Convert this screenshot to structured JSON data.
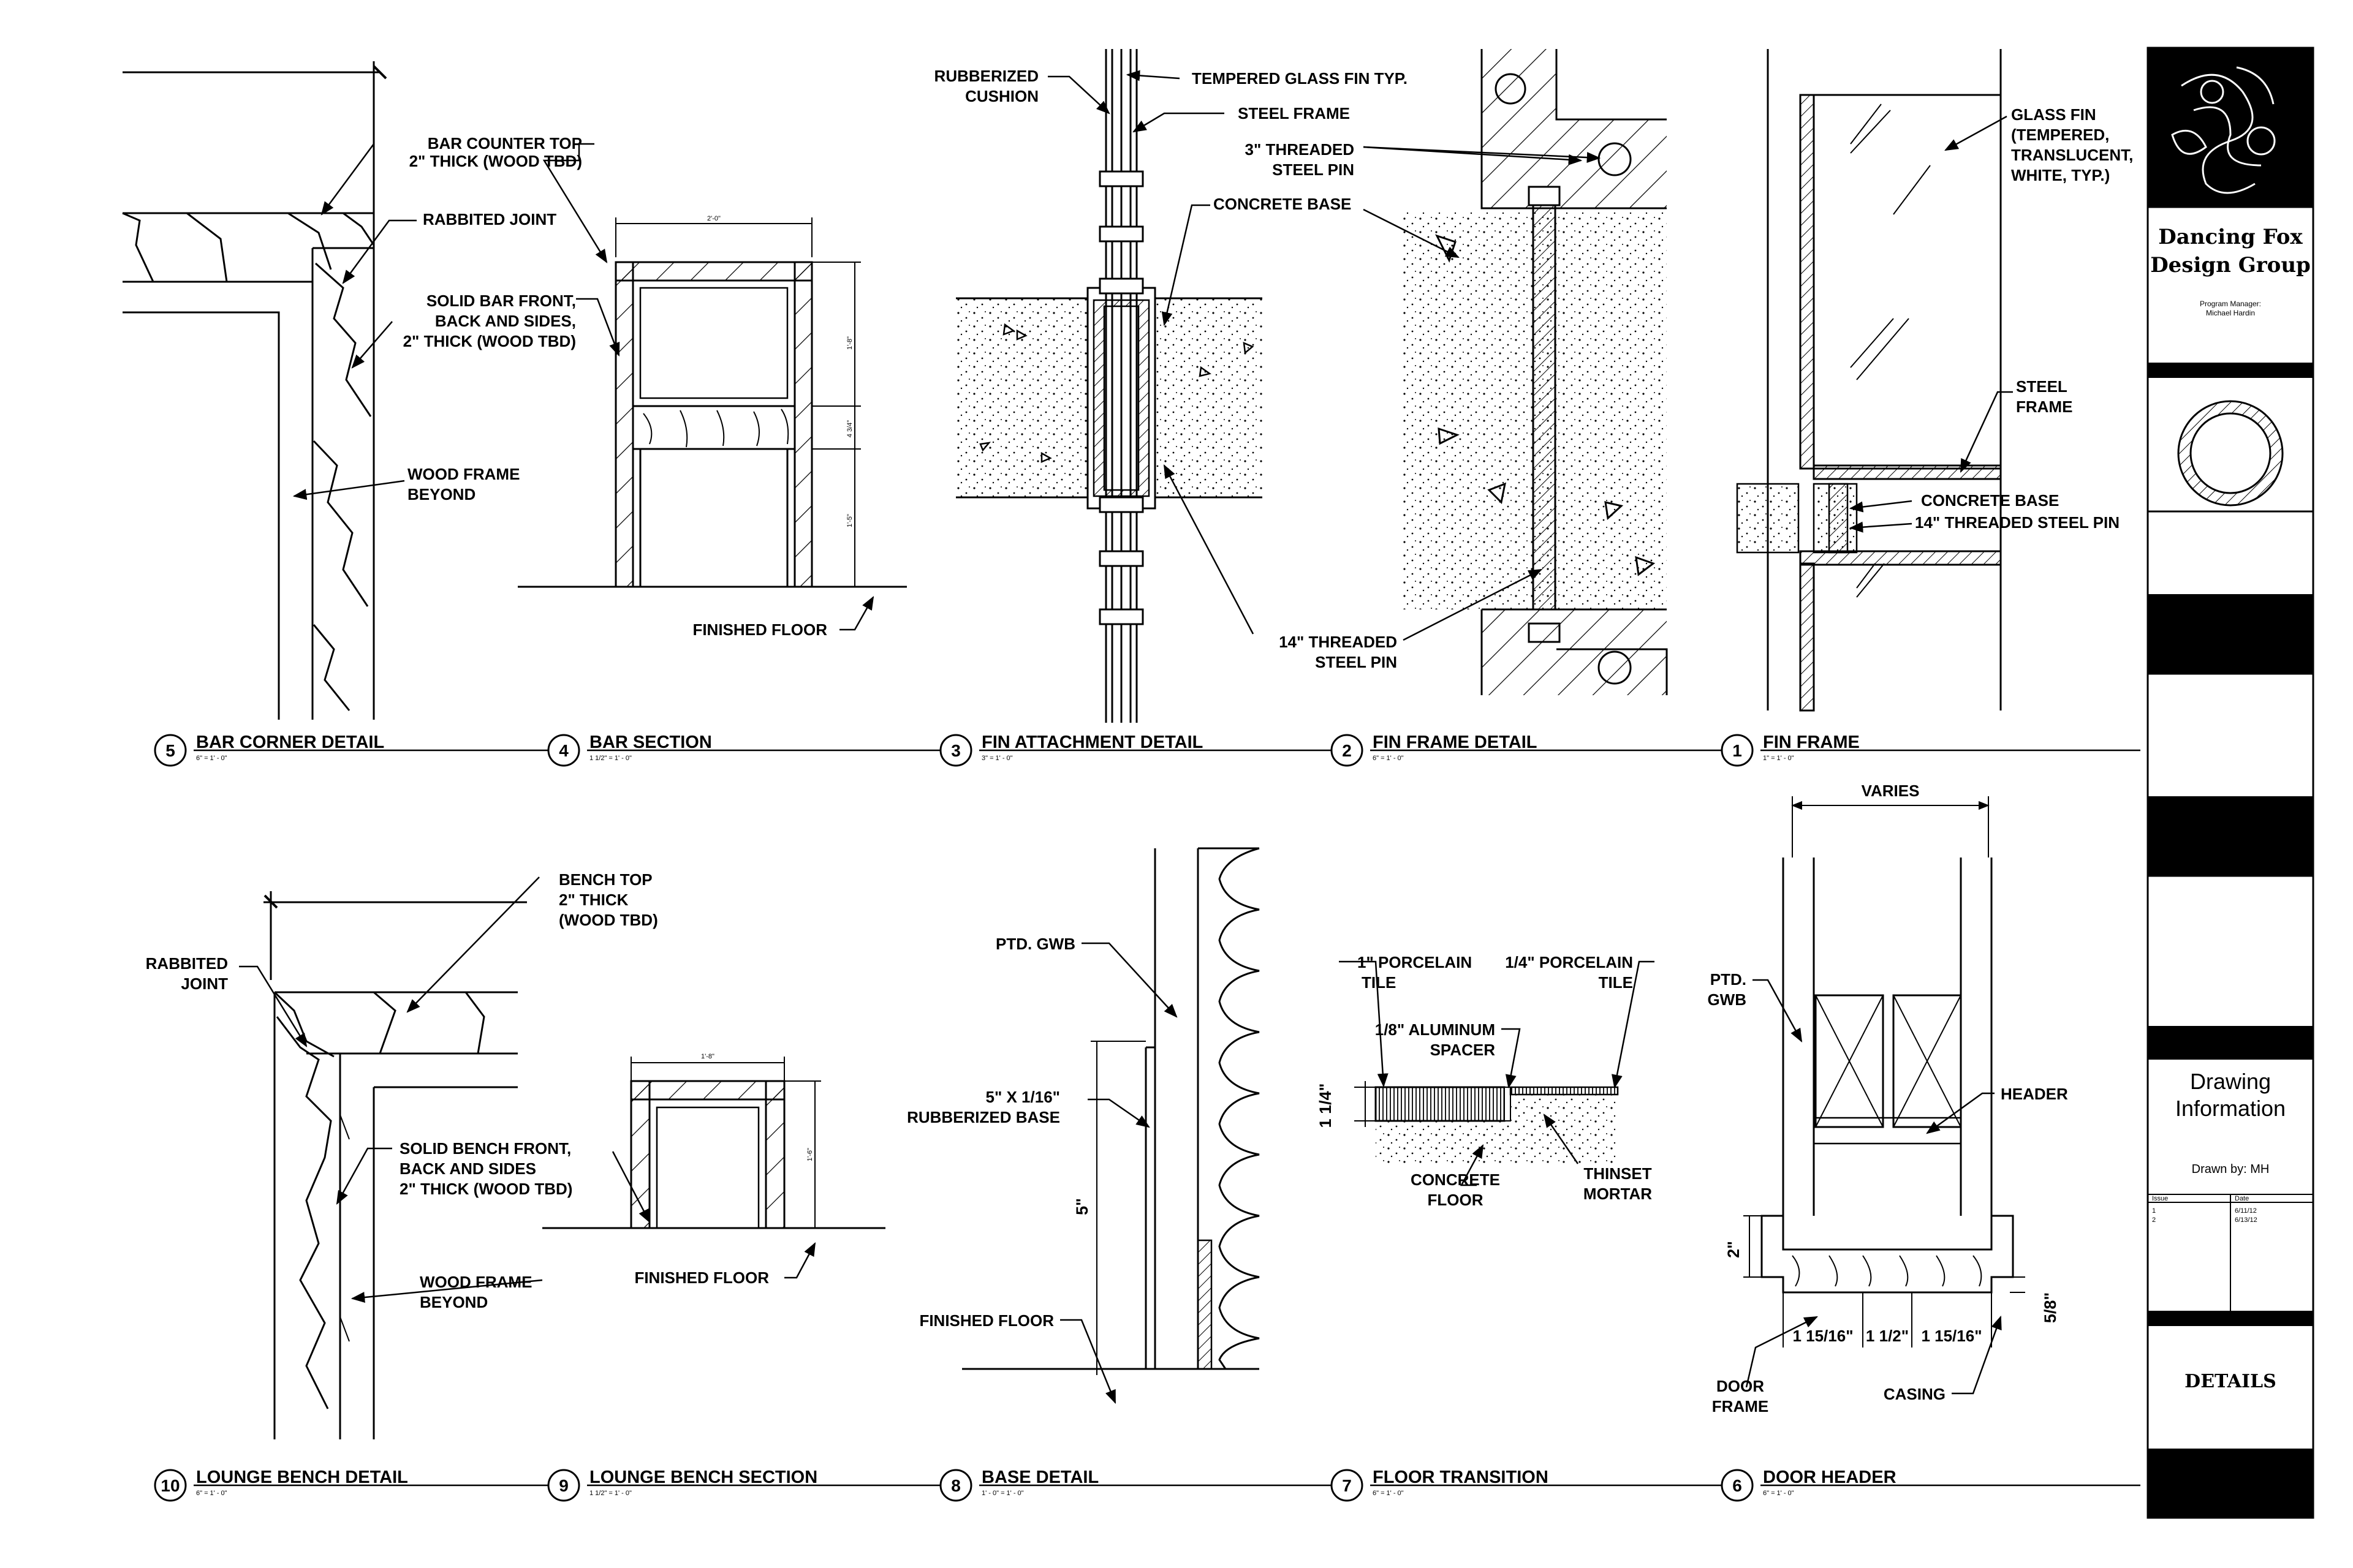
{
  "title_block": {
    "company_line1": "Dancing Fox",
    "company_line2": "Design Group",
    "program_manager_label": "Program Manager:",
    "program_manager_name": "Michael Hardin",
    "drawing_info_line1": "Drawing",
    "drawing_info_line2": "Information",
    "drawn_by": "Drawn by: MH",
    "issue_header": "Issue",
    "date_header": "Date",
    "issues": [
      {
        "issue": "1",
        "date": "6/11/12"
      },
      {
        "issue": "2",
        "date": "6/13/12"
      }
    ],
    "sheet_title": "DETAILS",
    "logo_icon": "celtic-fox-logo-icon",
    "symbol_icon": "pipe-section-symbol-icon"
  },
  "details": [
    {
      "number": "5",
      "title": "BAR CORNER DETAIL",
      "scale": "6\" = 1' - 0\""
    },
    {
      "number": "4",
      "title": "BAR SECTION",
      "scale": "1 1/2\" = 1' - 0\""
    },
    {
      "number": "3",
      "title": "FIN ATTACHMENT DETAIL",
      "scale": "3\" = 1' - 0\""
    },
    {
      "number": "2",
      "title": "FIN FRAME DETAIL",
      "scale": "6\" = 1' - 0\""
    },
    {
      "number": "1",
      "title": "FIN FRAME",
      "scale": "1\" = 1' - 0\""
    },
    {
      "number": "10",
      "title": "LOUNGE BENCH DETAIL",
      "scale": "6\" = 1' - 0\""
    },
    {
      "number": "9",
      "title": "LOUNGE BENCH SECTION",
      "scale": "1 1/2\" = 1' - 0\""
    },
    {
      "number": "8",
      "title": "BASE DETAIL",
      "scale": "1' - 0\" = 1' - 0\""
    },
    {
      "number": "7",
      "title": "FLOOR TRANSITION",
      "scale": "6\" = 1' - 0\""
    },
    {
      "number": "6",
      "title": "DOOR HEADER",
      "scale": "6\" = 1' - 0\""
    }
  ],
  "notes": {
    "d5": {
      "counter_top_1": "BAR COUNTER TOP",
      "counter_top_2": "2\" THICK (WOOD TBD)",
      "rabbited": "RABBITED JOINT",
      "solid_1": "SOLID BAR FRONT,",
      "solid_2": "BACK AND SIDES,",
      "solid_3": "2\" THICK (WOOD TBD)",
      "frame_1": "WOOD FRAME",
      "frame_2": "BEYOND"
    },
    "d4": {
      "width": "2'-0\"",
      "h1": "1'-8\"",
      "h2": "4 3/4\"",
      "h3": "1'-5\"",
      "floor": "FINISHED FLOOR"
    },
    "d3": {
      "rubber_1": "RUBBERIZED",
      "rubber_2": "CUSHION",
      "glass": "TEMPERED GLASS FIN TYP.",
      "steel": "STEEL FRAME",
      "pin_1": "3\" THREADED",
      "pin_2": "STEEL PIN",
      "concrete": "CONCRETE BASE",
      "pin14_1": "14\" THREADED",
      "pin14_2": "STEEL PIN"
    },
    "d1": {
      "glass_1": "GLASS FIN",
      "glass_2": "(TEMPERED,",
      "glass_3": "TRANSLUCENT,",
      "glass_4": "WHITE, TYP.)",
      "steel_1": "STEEL",
      "steel_2": "FRAME",
      "concrete": "CONCRETE BASE",
      "pin": "14\" THREADED STEEL PIN"
    },
    "d10": {
      "bench_1": "BENCH TOP",
      "bench_2": "2\" THICK",
      "bench_3": "(WOOD TBD)",
      "rab_1": "RABBITED",
      "rab_2": "JOINT",
      "solid_1": "SOLID BENCH FRONT,",
      "solid_2": "BACK AND SIDES",
      "solid_3": "2\" THICK (WOOD TBD)",
      "frame_1": "WOOD FRAME",
      "frame_2": "BEYOND"
    },
    "d9": {
      "width": "1'-8\"",
      "height": "1'-6\"",
      "floor": "FINISHED FLOOR"
    },
    "d8": {
      "gwb": "PTD. GWB",
      "base_1": "5\" X 1/16\"",
      "base_2": "RUBBERIZED BASE",
      "height": "5\"",
      "floor": "FINISHED FLOOR"
    },
    "d7": {
      "tile1_1": "1\" PORCELAIN",
      "tile1_2": "TILE",
      "tile2_1": "1/4\" PORCELAIN",
      "tile2_2": "TILE",
      "spacer_1": "1/8\" ALUMINUM",
      "spacer_2": "SPACER",
      "height": "1 1/4\"",
      "concrete_1": "CONCRETE",
      "concrete_2": "FLOOR",
      "thinset_1": "THINSET",
      "thinset_2": "MORTAR"
    },
    "d6": {
      "varies": "VARIES",
      "gwb_1": "PTD.",
      "gwb_2": "GWB",
      "header": "HEADER",
      "h2": "2\"",
      "w1": "1 15/16\"",
      "w2": "1 1/2\"",
      "w3": "1 15/16\"",
      "h58": "5/8\"",
      "door_1": "DOOR",
      "door_2": "FRAME",
      "casing": "CASING"
    }
  }
}
